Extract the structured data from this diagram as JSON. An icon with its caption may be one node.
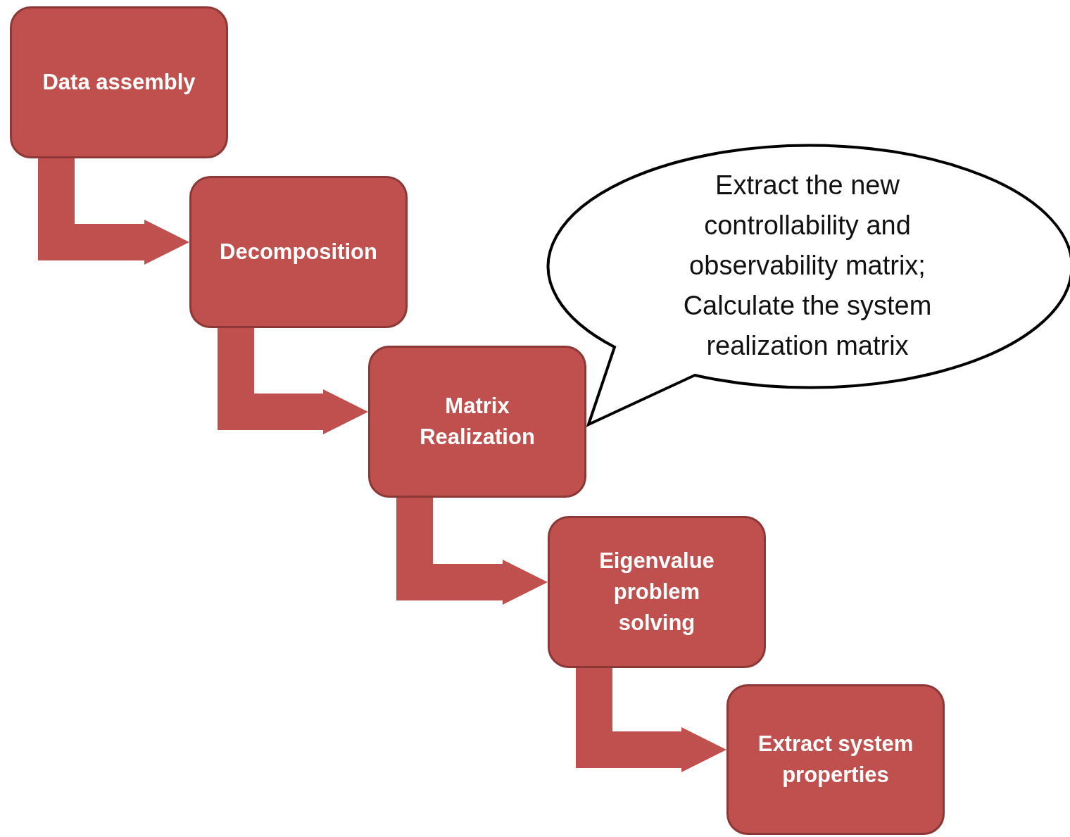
{
  "diagram": {
    "nodes": [
      {
        "text": [
          "Data assembly"
        ]
      },
      {
        "text": [
          "Decomposition"
        ]
      },
      {
        "text": [
          "Matrix Realization"
        ]
      },
      {
        "text": [
          "Eigenvalue problem solving"
        ]
      },
      {
        "text": [
          "Extract system properties"
        ]
      },
      {
        "text": [
          "Extract the new controllability and observability matrix; Calculate the system realization matrix"
        ]
      }
    ],
    "edges": [
      {
        "from": 0,
        "to": 1,
        "arrow": "to"
      },
      {
        "from": 1,
        "to": 2,
        "arrow": "to"
      },
      {
        "from": 2,
        "to": 3,
        "arrow": "to"
      },
      {
        "from": 3,
        "to": 4,
        "arrow": "to"
      }
    ]
  }
}
